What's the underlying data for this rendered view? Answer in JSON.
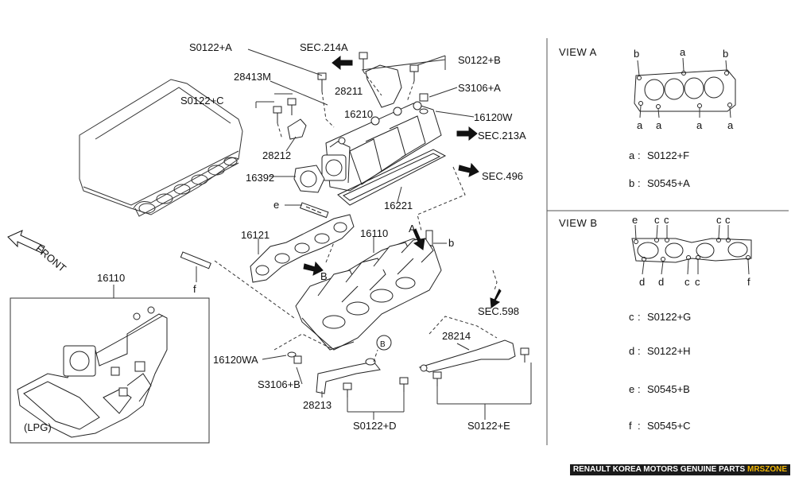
{
  "labels": {
    "s0122a": "S0122+A",
    "sec214a": "SEC.214A",
    "s0122b": "S0122+B",
    "p28413m": "28413M",
    "p28211": "28211",
    "s3106a": "S3106+A",
    "s0122c": "S0122+C",
    "p16210": "16210",
    "p16120w": "16120W",
    "sec213a": "SEC.213A",
    "p28212": "28212",
    "sec496": "SEC.496",
    "p16392": "16392",
    "p16221": "16221",
    "e": "e",
    "front": "FRONT",
    "a": "A",
    "b_small": "b",
    "p16121": "16121",
    "p16110": "16110",
    "b_view": "B",
    "f": "f",
    "sec598": "SEC.598",
    "p16110_lpg": "16110",
    "b_circle": "B",
    "p28214": "28214",
    "p16120wa": "16120WA",
    "s3106b": "S3106+B",
    "p28213": "28213",
    "s0122d": "S0122+D",
    "s0122e": "S0122+E",
    "lpg": "(LPG)"
  },
  "view_a": {
    "title": "VIEW A",
    "top_callouts": [
      "b",
      "a",
      "b"
    ],
    "bottom_callouts": [
      "a",
      "a",
      "a",
      "a"
    ],
    "legend": [
      {
        "key": "a",
        "value": "S0122+F"
      },
      {
        "key": "b",
        "value": "S0545+A"
      }
    ]
  },
  "view_b": {
    "title": "VIEW B",
    "top_callouts": [
      "e",
      "c",
      "c",
      "c",
      "c"
    ],
    "bottom_callouts": [
      "d",
      "d",
      "c",
      "c",
      "f"
    ],
    "legend": [
      {
        "key": "c",
        "value": "S0122+G"
      },
      {
        "key": "d",
        "value": "S0122+H"
      },
      {
        "key": "e",
        "value": "S0545+B"
      },
      {
        "key": "f",
        "value": "S0545+C"
      }
    ]
  },
  "footer": {
    "text": "RENAULT KOREA MOTORS GENUINE PARTS ",
    "brand": "MRSZONE"
  }
}
